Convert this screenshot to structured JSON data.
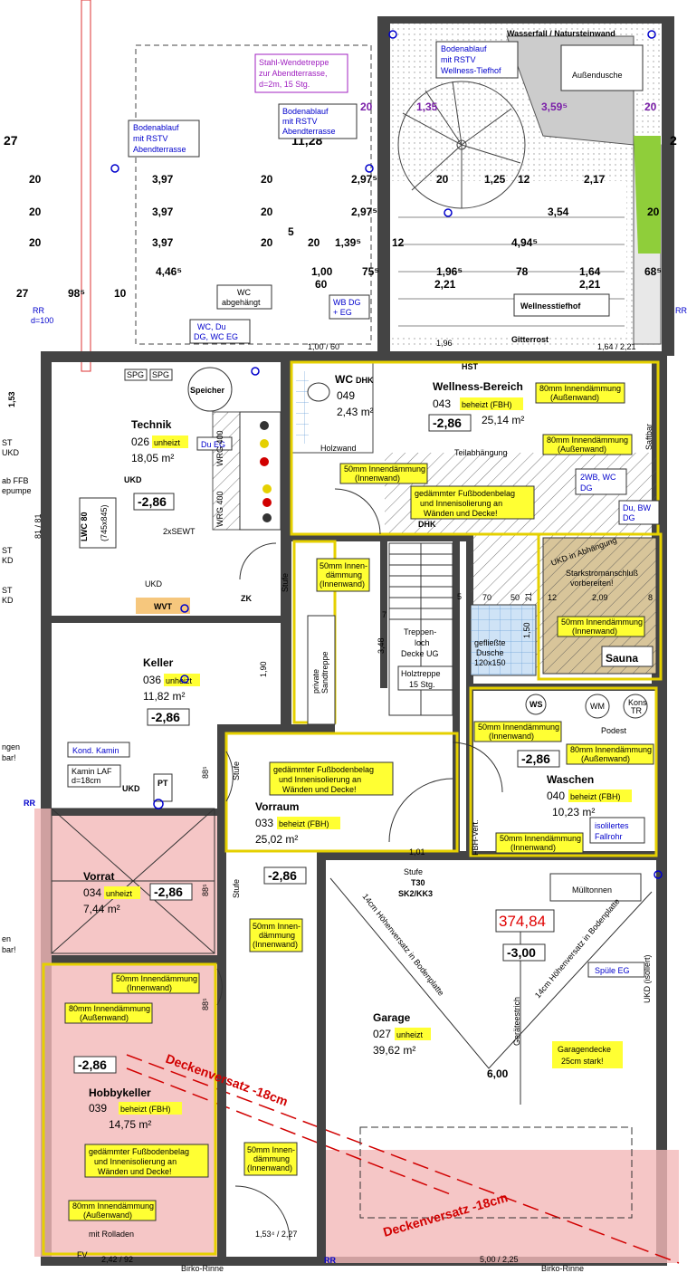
{
  "top_dims": {
    "row1": [
      "20",
      "3,97",
      "20",
      "2,97⁵",
      "20",
      "1,25",
      "12",
      "2,17"
    ],
    "row2": [
      "20",
      "3,97",
      "20",
      "2,97⁵",
      "3,54",
      "20"
    ],
    "row3": [
      "20",
      "3,97",
      "20",
      "5",
      "20",
      "1,39⁵",
      "12",
      "4,94⁵"
    ],
    "row4": [
      "4,46⁵",
      "1,00",
      "75⁵",
      "1,96⁵",
      "78",
      "1,64",
      "68⁵"
    ],
    "row5": [
      "27",
      "98⁵",
      "10",
      "60",
      "2,21",
      "2,21"
    ],
    "top_band": [
      "20",
      "1,35",
      "3,59⁵",
      "20"
    ],
    "big": "11,28",
    "left_num": "27",
    "right_num": "2"
  },
  "notes": {
    "bodenablauf_left": [
      "Bodenablauf",
      "mit RSTV",
      "Abendterrasse"
    ],
    "bodenablauf_mid": [
      "Bodenablauf",
      "mit RSTV",
      "Abendterrasse"
    ],
    "bodenablauf_right": [
      "Bodenablauf",
      "mit RSTV",
      "Wellness-Tiefhof"
    ],
    "stahl": [
      "Stahl-Wendetreppe",
      "zur Abendterrasse,",
      "d=2m, 15 Stg."
    ],
    "wasserfall": "Wasserfall / Natursteinwand",
    "aussendusche": "Außendusche",
    "wellnesstiefhof": "Wellnesstiefhof",
    "gitterrost": "Gitterrost",
    "wc_abgehaengt": [
      "WC",
      "abgehängt"
    ],
    "wc_du": [
      "WC, Du",
      "DG, WC EG"
    ],
    "wb_dg": [
      "WB DG",
      "+ EG"
    ],
    "rr_left": [
      "RR",
      "d=100"
    ],
    "rr_right": "RR",
    "du_eg": "Du EG",
    "kond_kamin": "Kond. Kamin",
    "kamin_laf": [
      "Kamin LAF",
      "d=18cm"
    ],
    "wb_wc_dg": [
      "2WB, WC",
      "DG"
    ],
    "du_bw_dg": [
      "Du, BW",
      "DG"
    ],
    "isoliert": [
      "isolilertes",
      "Fallrohr"
    ],
    "spuele": "Spüle EG",
    "left_partial": [
      "ST",
      "UKD",
      "ab FFB",
      "epumpe",
      "ST",
      "KD",
      "ST",
      "KD",
      "ngen",
      "bar!",
      "en",
      "bar!"
    ]
  },
  "rooms": {
    "technik": {
      "name": "Technik",
      "num": "026",
      "status": "unheizt",
      "area": "18,05 m²",
      "level": "-2,86"
    },
    "keller": {
      "name": "Keller",
      "num": "036",
      "status": "unheizt",
      "area": "11,82 m²",
      "level": "-2,86"
    },
    "vorrat": {
      "name": "Vorrat",
      "num": "034",
      "status": "unheizt",
      "area": "7,44 m²",
      "level": "-2,86"
    },
    "hobbykeller": {
      "name": "Hobbykeller",
      "num": "039",
      "status": "beheizt (FBH)",
      "area": "14,75 m²",
      "level": "-2,86"
    },
    "vorraum": {
      "name": "Vorraum",
      "num": "033",
      "status": "beheizt (FBH)",
      "area": "25,02 m²",
      "level": "-2,86"
    },
    "wellness": {
      "name": "Wellness-Bereich",
      "num": "043",
      "status": "beheizt (FBH)",
      "area": "25,14 m²",
      "level": "-2,86"
    },
    "wc": {
      "name": "WC",
      "num": "049",
      "area": "2,43 m²"
    },
    "waschen": {
      "name": "Waschen",
      "num": "040",
      "status": "beheizt (FBH)",
      "area": "10,23 m²",
      "level": "-2,86"
    },
    "garage": {
      "name": "Garage",
      "num": "027",
      "status": "unheizt",
      "area": "39,62 m²",
      "level": "-3,00",
      "elev": "374,84"
    }
  },
  "labels": {
    "speicher": "Speicher",
    "spg": "SPG",
    "ukd": "UKD",
    "sewt": "2xSEWT",
    "lwc": [
      "LWC 80",
      "(745x845)"
    ],
    "wrg400a": "WRG 400",
    "wrg400b": "WRG 400",
    "wvt": "WVT",
    "zk": "ZK",
    "hst": "HST",
    "dhk": "DHK",
    "holzwand": "Holzwand",
    "saftbar": "Saftbar",
    "teilabhaengung": "Teilabhängung",
    "treppenloch": [
      "Treppen-",
      "loch",
      "Decke UG"
    ],
    "holztreppe": [
      "Holztreppe",
      "15 Stg."
    ],
    "dusche": [
      "gefließte",
      "Dusche",
      "120x150"
    ],
    "sauna": "Sauna",
    "ukd_abh": "UKD in Abhängung",
    "starkstrom": [
      "Starkstromanschluß",
      "vorbereiten!"
    ],
    "private": [
      "private",
      "Sandtreppe"
    ],
    "stufe": "Stufe",
    "pt": "PT",
    "ws": "WS",
    "wm": "WM",
    "kons": [
      "Kons",
      "TR"
    ],
    "podest": "Podest",
    "fbh_vert": "FBH-Vert.",
    "t30": [
      "Stufe",
      "T30",
      "SK2/KK3"
    ],
    "muelltonnen": "Mülltonnen",
    "garagendecke": [
      "Garagendecke",
      "25cm stark!"
    ],
    "ukd_isoliert": "UKD (isoliert)",
    "geraeterstrich": "Geräteestrich",
    "hoehenversatz1": "14cm Höhenversatz in Bodenplatte",
    "hoehenversatz2": "14cm Höhenversatz in Bodenplatte",
    "deckenversatz1": "Deckenversatz -18cm",
    "deckenversatz2": "Deckenversatz -18cm",
    "mit_rolladen": "mit Rolladen",
    "fv": "FV",
    "birko1": "Birko-Rinne",
    "birko2": "Birko-Rinne",
    "bot_dim1": "2,42 / 92",
    "bot_dim2": "5,00 / 2,25",
    "dim_600": "6,00",
    "dim_101": "1,01",
    "dim_348": "3,48",
    "dim_190": "1,90",
    "dim_153": "1,53",
    "dim_150": "1,50",
    "dim_100_60": "1,00 / 60",
    "dim_196": "1,96",
    "dim_164_21": "1,64 / 2,21",
    "dim_153_227": "1,53⁴ / 2,27",
    "dim_70": "70",
    "dim_50": "50",
    "dim_209": "2,09",
    "dim_12": "12",
    "dim_8": "8",
    "dim_21": "21",
    "dim_7": "7",
    "dim_5": "5",
    "dim_88": "88⁵",
    "dim_8181": "81 / 81",
    "rr_bottom": "RR",
    "rr_bl": "RR"
  },
  "insulation": {
    "i50": [
      "50mm Innendämmung",
      "(Innenwand)"
    ],
    "i80": [
      "80mm Innendämmung",
      "(Außenwand)"
    ],
    "i50s": [
      "50mm Innen-",
      "dämmung",
      "(Innenwand)"
    ],
    "gedaemmt": [
      "gedämmter Fußbodenbelag",
      "und Innenisolierung an",
      "Wänden und Decke!"
    ]
  }
}
